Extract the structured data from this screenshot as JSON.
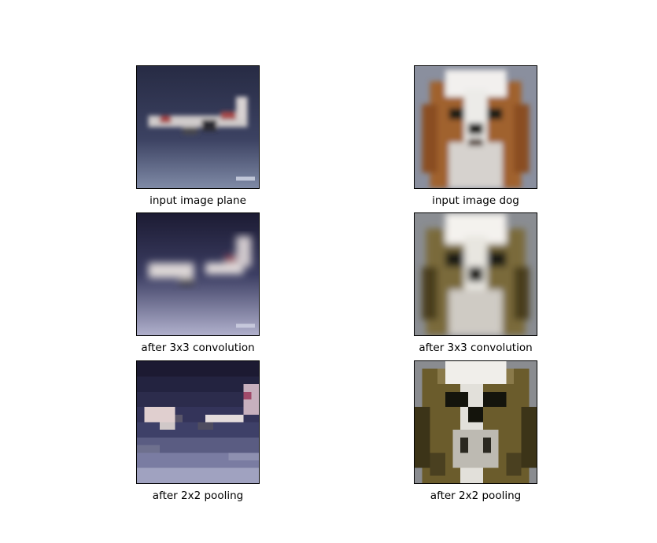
{
  "panels": {
    "plane_input": {
      "caption": "input image plane"
    },
    "dog_input": {
      "caption": "input image dog"
    },
    "plane_conv": {
      "caption": "after 3x3 convolution"
    },
    "dog_conv": {
      "caption": "after 3x3 convolution"
    },
    "plane_pool": {
      "caption": "after 2x2 pooling"
    },
    "dog_pool": {
      "caption": "after 2x2 pooling"
    }
  },
  "colors": {
    "plane_sky_top": "#2b2f45",
    "plane_sky_bottom": "#7a85a3",
    "plane_body": "#d8d2d2",
    "plane_stripe": "#a84a4a",
    "dog_bg": "#8a8f9e",
    "dog_fur": "#a0622e",
    "dog_white": "#f2f0ee",
    "dog_dark": "#1e1a18",
    "conv_sky_top": "#1f1d36",
    "conv_sky_bottom": "#a8a8c6",
    "conv_fur": "#7a6a3a",
    "pool_fur": "#6b5c2c"
  }
}
